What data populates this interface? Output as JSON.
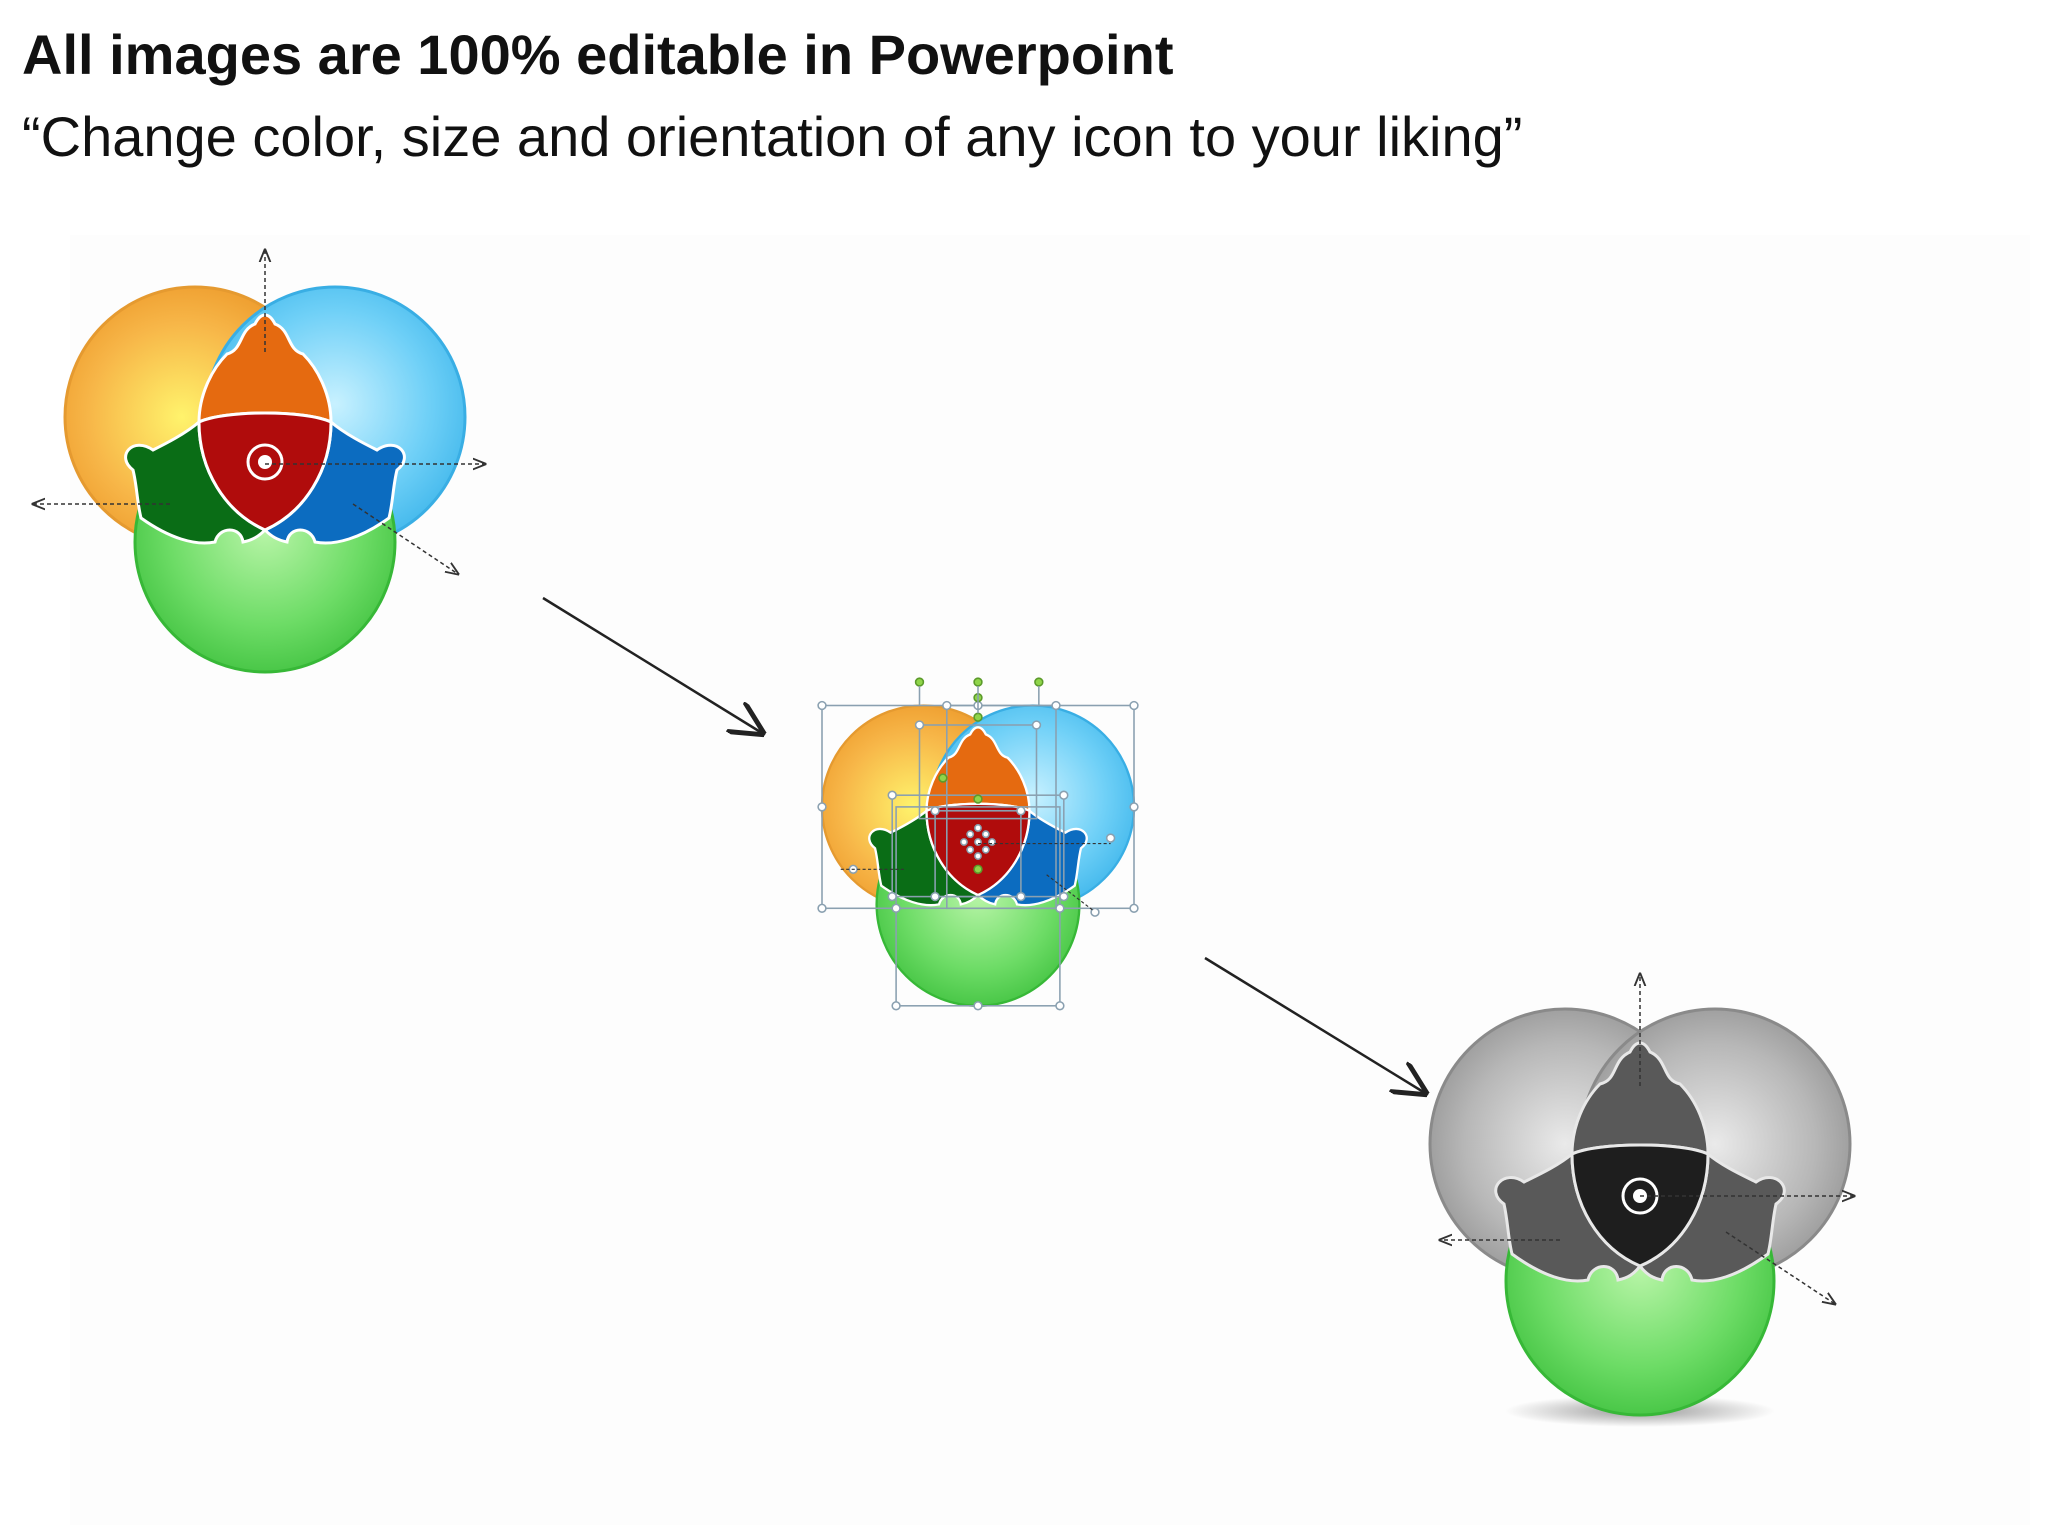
{
  "header": {
    "title": "All images are 100% editable in Powerpoint",
    "subtitle": "“Change color, size and orientation of any icon to your liking”"
  },
  "colors": {
    "orange_circle": "#f5a93a",
    "blue_circle": "#56c6f4",
    "green_circle": "#4fcf4f",
    "orange_piece": "#e56a10",
    "blue_piece": "#0c6cc0",
    "green_piece": "#0a6d16",
    "center_piece": "#b00c0c",
    "grey_circle": "#a6a6a6",
    "grey_piece": "#595959",
    "grey_center": "#1e1e1e",
    "arrow": "#222222"
  },
  "diagrams": [
    "colored-original",
    "selected-editing",
    "recolored-grey"
  ]
}
